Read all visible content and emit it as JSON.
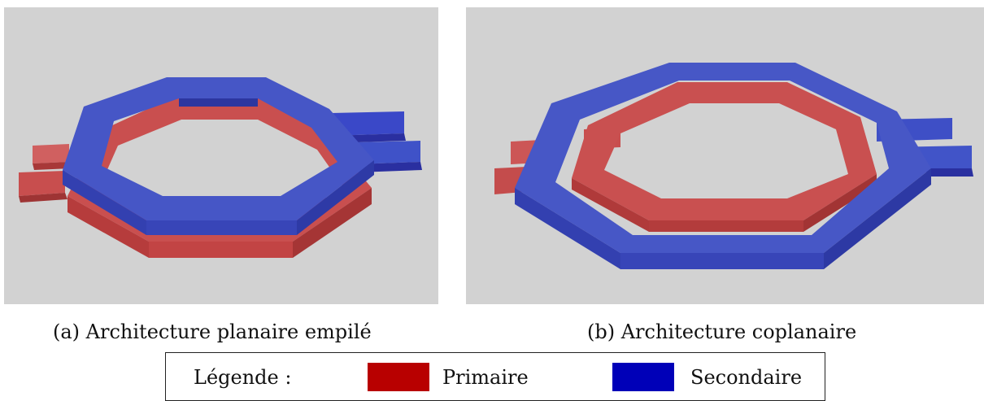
{
  "captions": {
    "a": "(a) Architecture planaire empilé",
    "b": "(b) Architecture coplanaire"
  },
  "legend": {
    "title": "Légende :",
    "primary_label": "Primaire",
    "secondary_label": "Secondaire"
  },
  "colors": {
    "primary": "#b80000",
    "secondary": "#0000b8",
    "primary_render": "#c84a4a",
    "secondary_render": "#3e51c2",
    "background": "#d2d2d2"
  }
}
